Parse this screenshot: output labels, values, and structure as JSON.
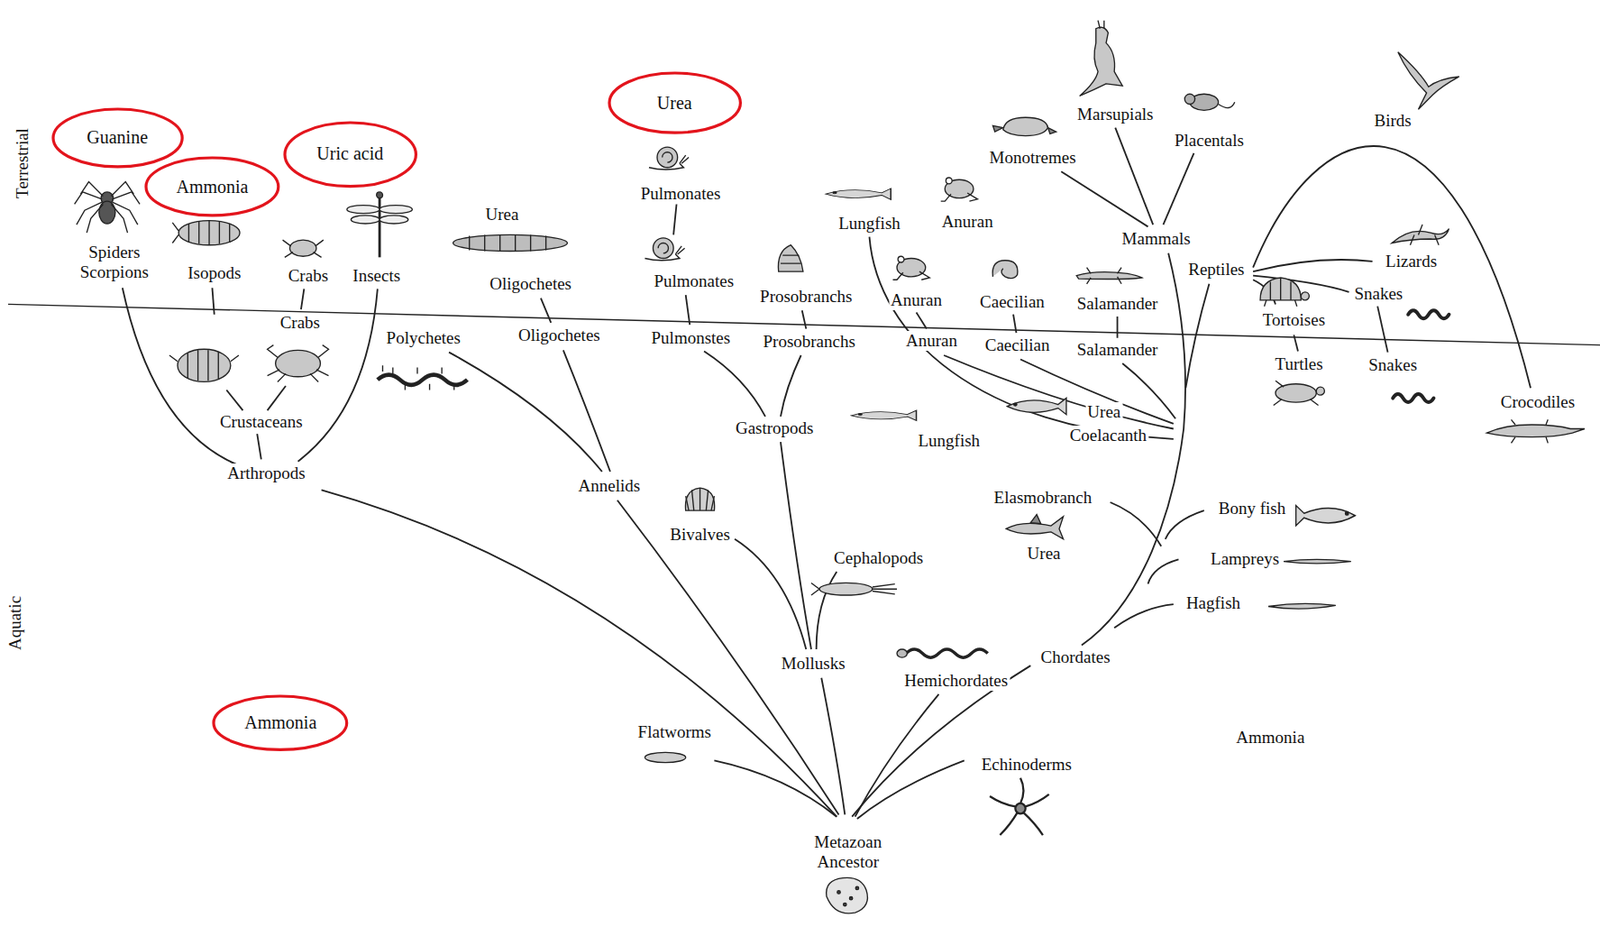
{
  "diagram": {
    "nodes": [
      {
        "text": [
          "Guanine"
        ]
      },
      {
        "text": [
          "Ammonia"
        ]
      },
      {
        "text": [
          "Uric acid"
        ]
      },
      {
        "text": [
          "Urea"
        ]
      },
      {
        "text": [
          "Ammonia"
        ]
      }
    ],
    "labels": [
      "Terrestrial",
      "Marsupials",
      "Birds",
      "Placentals",
      "Monotremes",
      "Pulmonates",
      "Urea",
      "Anuran",
      "Lungfish",
      "Mammals",
      "Spiders Scorpions",
      "Lizards",
      "Reptiles",
      "Isopods",
      "Crabs",
      "Insects",
      "Pulmonates",
      "Oligochetes",
      "Snakes",
      "Prosobranchs",
      "Anuran",
      "Caecilian",
      "Salamander",
      "Tortoises",
      "Crabs",
      "Oligochetes",
      "Polychetes",
      "Pulmonstes",
      "Anuran",
      "Prosobranchs",
      "Caecilian",
      "Salamander",
      "Turtles",
      "Snakes",
      "Crocodiles",
      "Urea",
      "Crustaceans",
      "Gastropods",
      "Coelacanth",
      "Lungfish",
      "Arthropods",
      "Annelids",
      "Elasmobranch",
      "Bony fish",
      "Bivalves",
      "Urea",
      "Cephalopods",
      "Lampreys",
      "Hagfish",
      "Aquatic",
      "Chordates",
      "Mollusks",
      "Hemichordates",
      "Flatworms",
      "Ammonia",
      "Echinoderms",
      "Metazoan Ancestor"
    ]
  }
}
